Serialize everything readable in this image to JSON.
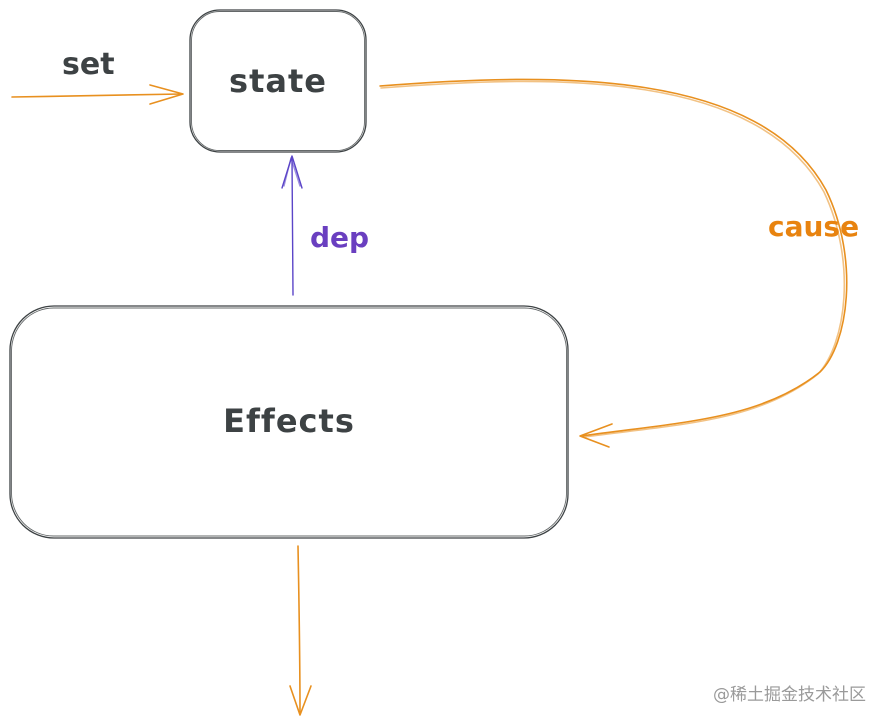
{
  "nodes": {
    "state": {
      "label": "state"
    },
    "effects": {
      "label": "Effects"
    }
  },
  "edges": {
    "set": {
      "label": "set"
    },
    "dep": {
      "label": "dep"
    },
    "cause": {
      "label": "cause"
    }
  },
  "watermark": "@稀土掘金技术社区",
  "colors": {
    "box_stroke": "#3d4244",
    "set_arrow": "#e8901f",
    "cause": "#e8830f",
    "dep": "#6a3fc0",
    "dep_arrow": "#5b45c8",
    "watermark": "#9a9a9a"
  }
}
